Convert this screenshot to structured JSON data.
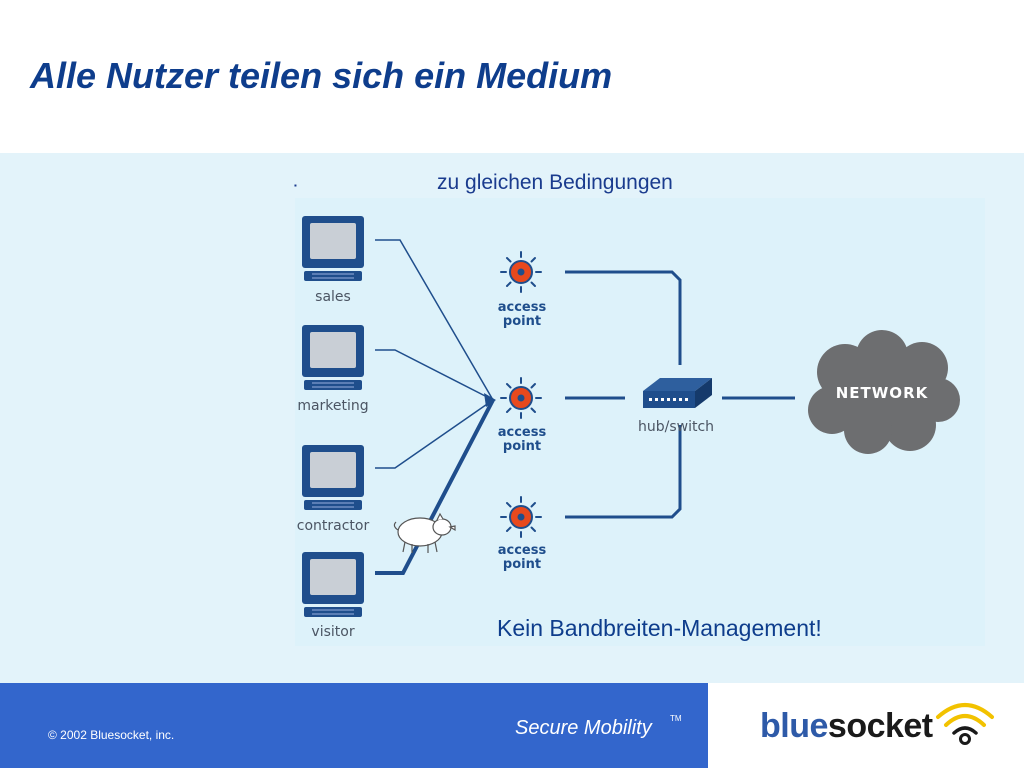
{
  "slide": {
    "title": "Alle Nutzer teilen sich ein Medium",
    "subtitle": "zu gleichen Bedingungen",
    "caption": "Kein Bandbreiten-Management!"
  },
  "diagram": {
    "clients": [
      "sales",
      "marketing",
      "contractor",
      "visitor"
    ],
    "access_point_label_1": "access",
    "access_point_label_2": "point",
    "switch_label": "hub/switch",
    "network_label": "NETWORK"
  },
  "footer": {
    "copyright": "© 2002 Bluesocket, inc.",
    "tagline": "Secure Mobility",
    "trademark": "TM",
    "logo_part1": "blue",
    "logo_part2": "socket"
  },
  "colors": {
    "title": "#0e3d8c",
    "footer_band": "#3366cc",
    "line": "#1f4e8c",
    "access_point": "#e8491d",
    "cloud": "#6d6e70"
  },
  "icons": [
    "computer-icon",
    "access-point-icon",
    "switch-icon",
    "network-cloud-icon",
    "pig-icon",
    "wifi-icon"
  ]
}
